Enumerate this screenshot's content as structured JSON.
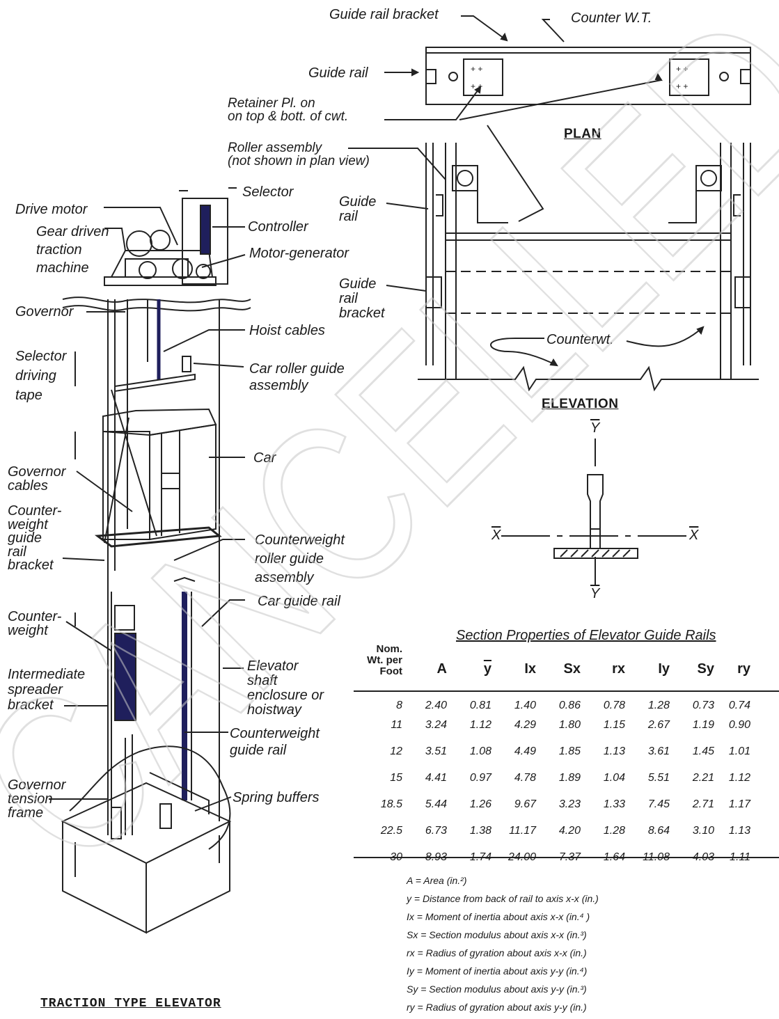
{
  "plan": {
    "title": "PLAN",
    "labels": {
      "guide_rail_bracket": "Guide rail bracket",
      "counter_wt": "Counter W.T.",
      "guide_rail": "Guide rail",
      "retainer": "Retainer Pl. on\non top & bott. of cwt."
    }
  },
  "elevation": {
    "title": "ELEVATION",
    "labels": {
      "roller_assembly": "Roller assembly\n(not shown in plan view)",
      "guide_rail": "Guide\nrail",
      "guide_rail_bracket": "Guide\nrail\nbracket",
      "counterwt": "Counterwt."
    }
  },
  "section": {
    "y_top": "Y",
    "y_bottom": "Y",
    "x_left": "X",
    "x_right": "X"
  },
  "elevator": {
    "title": "TRACTION TYPE ELEVATOR",
    "labels": {
      "selector": "Selector",
      "drive_motor": "Drive motor",
      "controller": "Controller",
      "gear_driven": "Gear driven\ntraction\nmachine",
      "motor_generator": "Motor-generator",
      "governor": "Governor",
      "hoist_cables": "Hoist cables",
      "selector_tape": "Selector\ndriving\ntape",
      "car_roller_guide": "Car roller guide\nassembly",
      "car": "Car",
      "governor_cables": "Governor\ncables",
      "cw_guide_rail_bracket": "Counter-\nweight\nguide\nrail\nbracket",
      "cw_roller_guide": "Counterweight\nroller guide\nassembly",
      "car_guide_rail": "Car guide rail",
      "counterweight": "Counter-\nweight",
      "elevator_shaft": "Elevator\nshaft\nenclosure or\nhoistway",
      "intermediate_spreader": "Intermediate\nspreader\nbracket",
      "cw_guide_rail": "Counterweight\nguide rail",
      "governor_tension": "Governor\ntension\nframe",
      "spring_buffers": "Spring buffers"
    }
  },
  "table": {
    "title": "Section Properties of Elevator Guide Rails",
    "nom_header": "Nom.\nWt. per\nFoot",
    "headers": [
      "A",
      "y",
      "Ix",
      "Sx",
      "rx",
      "Iy",
      "Sy",
      "ry"
    ],
    "rows": [
      [
        "8",
        "2.40",
        "0.81",
        "1.40",
        "0.86",
        "0.78",
        "1.28",
        "0.73",
        "0.74"
      ],
      [
        "11",
        "3.24",
        "1.12",
        "4.29",
        "1.80",
        "1.15",
        "2.67",
        "1.19",
        "0.90"
      ],
      [
        "12",
        "3.51",
        "1.08",
        "4.49",
        "1.85",
        "1.13",
        "3.61",
        "1.45",
        "1.01"
      ],
      [
        "15",
        "4.41",
        "0.97",
        "4.78",
        "1.89",
        "1.04",
        "5.51",
        "2.21",
        "1.12"
      ],
      [
        "18.5",
        "5.44",
        "1.26",
        "9.67",
        "3.23",
        "1.33",
        "7.45",
        "2.71",
        "1.17"
      ],
      [
        "22.5",
        "6.73",
        "1.38",
        "11.17",
        "4.20",
        "1.28",
        "8.64",
        "3.10",
        "1.13"
      ],
      [
        "30",
        "8.93",
        "1.74",
        "24.00",
        "7.37",
        "1.64",
        "11.08",
        "4.03",
        "1.11"
      ]
    ],
    "notes": [
      "A = Area (in.²)",
      "y = Distance from back of rail to axis x-x (in.)",
      "Ix = Moment of inertia about axis x-x (in.⁴ )",
      "Sx = Section modulus about axis x-x (in.³)",
      "rx = Radius of gyration about axis x-x (in.)",
      "Iy = Moment of inertia about axis y-y (in.⁴)",
      "Sy = Section modulus about axis y-y (in.³)",
      "ry = Radius of gyration about axis y-y (in.)"
    ]
  },
  "watermark": "CANCELLED"
}
